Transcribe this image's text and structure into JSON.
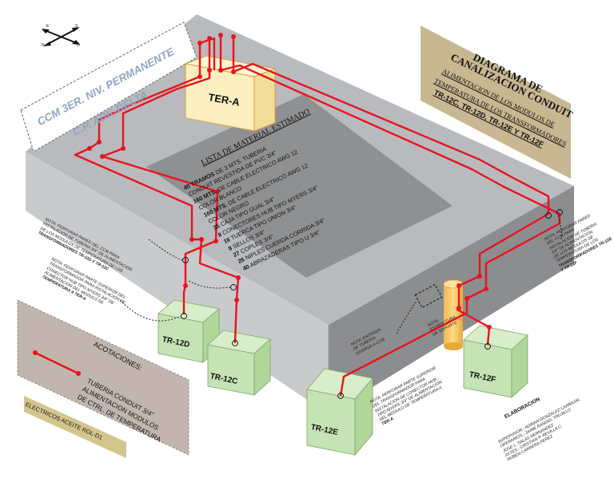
{
  "title_block": {
    "line1": "DIAGRAMA DE",
    "line2": "CANALIZACION CONDUIT",
    "line3": "ALIMENTACION DE LOS MODULOS DE",
    "line4": "TEMPERATURA DE LOS TRANSFORMADORES",
    "line5": "TR-12C, TR-12D, TR-12E Y TR-12F"
  },
  "ccm_label": {
    "line1": "CCM 3ER. NIV. PERMANENTE",
    "line2": "C.P. ABK-DELTA"
  },
  "compass": {
    "n": "N",
    "s": "S",
    "e": "E",
    "o": "O"
  },
  "ter_a": "TER-A",
  "material_list": {
    "title": "LISTA DE MATERIAL ESTIMADO",
    "items": [
      {
        "qty": "40 TRAMOS",
        "text": " DE 3 MTS. TUBERIA"
      },
      {
        "qty": "",
        "text": "CONDUIT REVESTIDA DE PVC 3/4\""
      },
      {
        "qty": "160 MTS.",
        "text": " DE CABLE ELECTRICO AWG 12"
      },
      {
        "qty": "",
        "text": "COLOR BLANCO"
      },
      {
        "qty": "160 MTS.",
        "text": " DE CABLE ELECTRICO AWG 12"
      },
      {
        "qty": "",
        "text": "COLOR NEGRO"
      },
      {
        "qty": "35",
        "text": " CAJA TIPO GUAL 3/4\""
      },
      {
        "qty": "8",
        "text": " CONECTORES HUB TIPO MYERS 3/4\""
      },
      {
        "qty": "16",
        "text": " TUERCA TIPO UNION 3/4\""
      },
      {
        "qty": "8",
        "text": " SELLOS 3/4\""
      },
      {
        "qty": "27",
        "text": " COPLES 3/4\""
      },
      {
        "qty": "26",
        "text": " NIPLES CUERDA CORRIDA 3/4\""
      },
      {
        "qty": "40",
        "text": " ABRAZADERAS TIPO U 3/4\""
      }
    ]
  },
  "notes": {
    "left_top": [
      "NOTA: PERFORAR PARED DEL CCM PARA",
      "INSTALACION DE TUBERIA 3/4\" DE ALIMENTACION",
      "DE LOS MODULOS DE TEMPERATURA DE LOS",
      "TRANSFORMADORES TR-12D Y TR-12C"
    ],
    "left_mid": [
      "NOTA: PERFORAR PARTE SUPERIOR DEL",
      "TRANSFORMADOR PARA INSTALACION DE",
      "CONECTOR HUB TIPO MYERS 3/4\" DE",
      "ALIMENTACION DEL MODULO DE",
      "TEMPERATURA A TER-A"
    ],
    "right_top": [
      "NOTA: PERFORAR PARED",
      "DEL CCM PARA",
      "INSTALACION DE TUBERIA",
      "3/4\" DE ALIMENTACION",
      "DE LOS MODULOS DE",
      "TEMPERATURA DE LOS",
      "TRANSFORMADORES TR-12E",
      "Y TR-12F"
    ],
    "entry": [
      "NOTA: ENTRADA",
      "DE TUBERIA",
      "DIVERSA A CCM"
    ],
    "support": [
      "NOTA:",
      "ESTRUCTURA",
      "DE SOPORTE"
    ],
    "bottom_mid": [
      "NOTA: PERFORAR PARTE SUPERIOR",
      "DEL TRANSFORMADOR PARA",
      "INSTALACION DE CONECTOR HUB",
      "TIPO MYERS 3/4\" DE ALIMENTACION",
      "DEL MODULO DE TEMPERATURA A",
      "TER-A"
    ]
  },
  "transformers": {
    "d": "TR-12D",
    "c": "TR-12C",
    "e": "TR-12E",
    "f": "TR-12F"
  },
  "legend": {
    "title": "ACOTACIONES:",
    "line1": "TUBERIA CONDUIT 3/4\"",
    "line2": "ALIMENTACION MODULOS",
    "line3": "DE CTRL. DE TEMPERATURA"
  },
  "electricos": "ELECTRICOS ACEITE ROL-D1",
  "credits": {
    "title": "ELABORACION",
    "lines": [
      "SUPERVISOR.- ADRIAN GONZALEZ CARBAJAL",
      "OPERARIOS.- JAIME RANGEL TRUJILLO",
      "JOSE L. SALAS HERNANDEZ",
      "AYTES.- CRISTIAN P. REVILLA C.",
      "RUBEN CARRERA PEREZ"
    ]
  },
  "colors": {
    "conduit": "#e8141c",
    "slab_top": "#b8babd",
    "slab_left": "#c9cacc",
    "slab_right": "#8c8d8f",
    "transformer": "#c6e3b3",
    "ter_a": "#fbefc0",
    "tan_panel": "#c7b891",
    "legend_panel": "#c2b5ad",
    "material_panel": "#8f9091"
  }
}
